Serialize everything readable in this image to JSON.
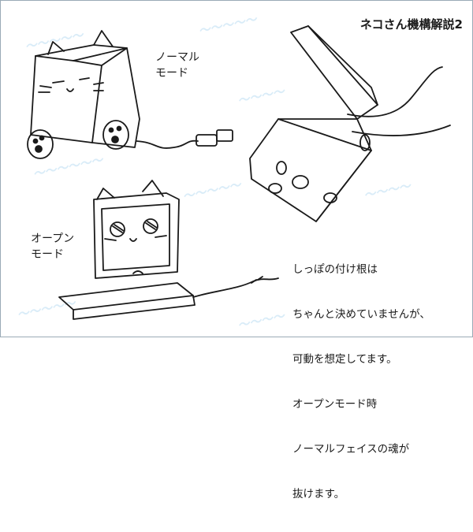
{
  "title": "ネコさん機構解説2",
  "normal_mode_label": "ノーマル\nモード",
  "open_mode_label": "オープン\nモード",
  "note_lines": [
    "しっぽの付け根は",
    "ちゃんと決めていませんが、",
    "可動を想定してます。",
    "オープンモード時",
    "ノーマルフェイスの魂が",
    "抜けます。"
  ],
  "colors": {
    "ink": "#1a1a1a",
    "watermark": "#d9ecf8",
    "frame": "#9aaab6"
  }
}
